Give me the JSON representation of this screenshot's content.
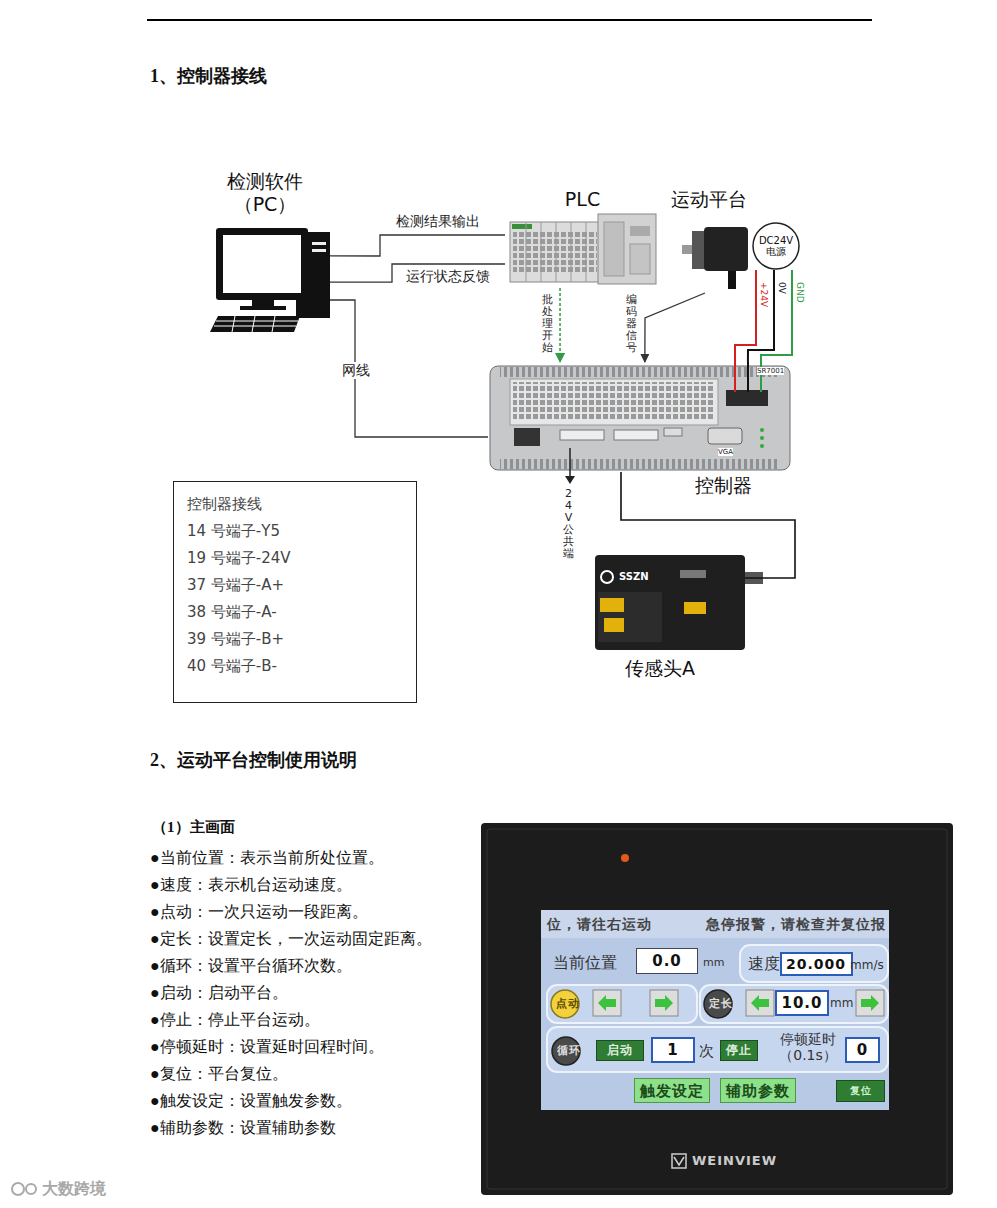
{
  "diagram": {
    "title": "1、控制器接线",
    "nodes": [
      {
        "text": [
          "检测软件 （PC）"
        ]
      },
      {
        "text": [
          "PLC"
        ]
      },
      {
        "text": [
          "运动平台"
        ]
      },
      {
        "text": [
          "DC24V 电源"
        ]
      },
      {
        "text": [
          "控制器"
        ]
      },
      {
        "text": [
          "传感头A"
        ]
      },
      {
        "text": [
          "控制器接线",
          "14 号端子-Y5",
          "19 号端子-24V",
          "37 号端子-A+",
          "38 号端子-A-",
          "39 号端子-B+",
          "40 号端子-B-"
        ]
      },
      {
        "text": [
          "WEINVIEW"
        ]
      },
      {
        "text": [
          "位，请往右运动",
          "急停报警，请检查并复位报"
        ],
        "in": 7
      },
      {
        "text": [
          "0.0"
        ],
        "in": 8
      },
      {
        "text": [
          "20.000"
        ],
        "in": 8
      },
      {
        "text": [
          "点动"
        ],
        "in": 8
      },
      {
        "text": [
          "定长"
        ],
        "in": 8
      },
      {
        "text": [
          "10.0"
        ],
        "in": 8
      },
      {
        "text": [
          "循环"
        ],
        "in": 8
      },
      {
        "text": [
          "启动"
        ],
        "in": 8
      },
      {
        "text": [
          "1"
        ],
        "in": 8
      },
      {
        "text": [
          "停止"
        ],
        "in": 8
      },
      {
        "text": [
          "0"
        ],
        "in": 8
      },
      {
        "text": [
          "触发设定"
        ],
        "in": 8
      },
      {
        "text": [
          "辅助参数"
        ],
        "in": 8
      },
      {
        "text": [
          "复位"
        ],
        "in": 8
      }
    ],
    "edges": [
      {
        "from": 0,
        "to": 1,
        "arrow": "none",
        "label": "检测结果输出"
      },
      {
        "from": 0,
        "to": 1,
        "arrow": "none",
        "label": "运行状态反馈"
      },
      {
        "from": 0,
        "to": 4,
        "arrow": "none",
        "label": "网线"
      },
      {
        "from": 1,
        "to": 4,
        "arrow": "to",
        "label": "批处理开始"
      },
      {
        "from": 2,
        "to": 4,
        "arrow": "to",
        "label": "编码器信号"
      },
      {
        "from": 3,
        "to": 4,
        "arrow": "none",
        "label": "+24V"
      },
      {
        "from": 3,
        "to": 4,
        "arrow": "none",
        "label": "0V"
      },
      {
        "from": 3,
        "to": 4,
        "arrow": "none",
        "label": "GND"
      },
      {
        "from": 4,
        "to": 5,
        "arrow": "none"
      }
    ],
    "labels": [
      "2、运动平台控制使用说明",
      "（1）主画面",
      "●当前位置：表示当前所处位置。",
      "●速度：表示机台运动速度。",
      "●点动：一次只运动一段距离。",
      "●定长：设置定长，一次运动固定距离。",
      "●循环：设置平台循环次数。",
      "●启动：启动平台。",
      "●停止：停止平台运动。",
      "●停顿延时：设置延时回程时间。",
      "●复位：平台复位。",
      "●触发设定：设置触发参数。",
      "●辅助参数：设置辅助参数",
      "24V公共端",
      "SR7001",
      "VGA",
      "SSZN",
      "当前位置",
      "mm",
      "速度",
      "mm/s",
      "mm",
      "次",
      "停顿延时 （0.1s）",
      "大数跨境"
    ]
  }
}
